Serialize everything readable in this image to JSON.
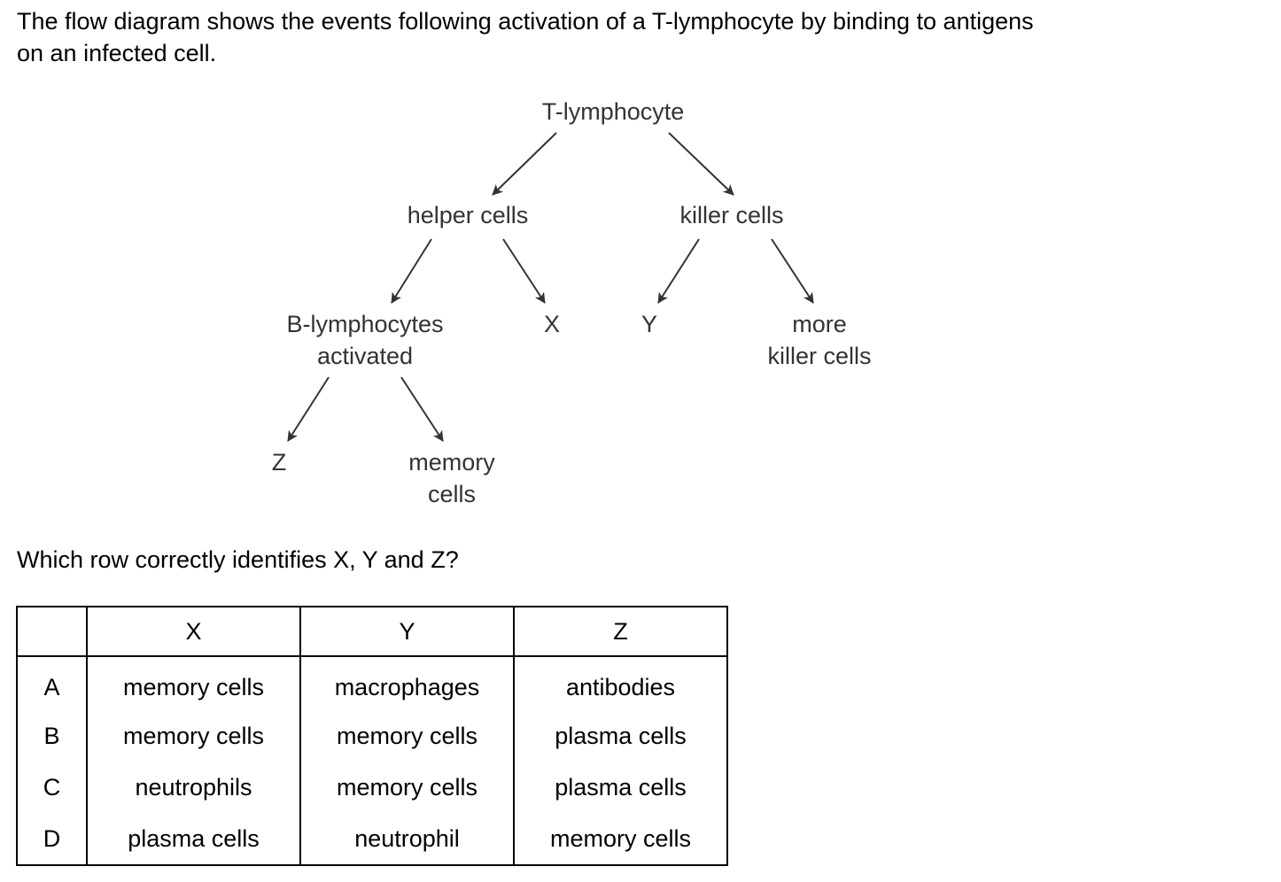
{
  "intro": {
    "line1": "The flow diagram shows the events following activation of a T-lymphocyte by binding to antigens",
    "line2": "on an infected cell."
  },
  "diagram": {
    "t_lymphocyte": "T-lymphocyte",
    "helper_cells": "helper cells",
    "killer_cells": "killer cells",
    "b_lymphocytes_line1": "B-lymphocytes",
    "b_lymphocytes_line2": "activated",
    "x": "X",
    "y": "Y",
    "more_killer_line1": "more",
    "more_killer_line2": "killer cells",
    "z": "Z",
    "memory_line1": "memory",
    "memory_line2": "cells"
  },
  "question": "Which row correctly identifies X, Y and Z?",
  "table": {
    "headers": [
      "",
      "X",
      "Y",
      "Z"
    ],
    "rows": [
      [
        "A",
        "memory cells",
        "macrophages",
        "antibodies"
      ],
      [
        "B",
        "memory cells",
        "memory cells",
        "plasma cells"
      ],
      [
        "C",
        "neutrophils",
        "memory cells",
        "plasma cells"
      ],
      [
        "D",
        "plasma cells",
        "neutrophil",
        "memory cells"
      ]
    ]
  }
}
